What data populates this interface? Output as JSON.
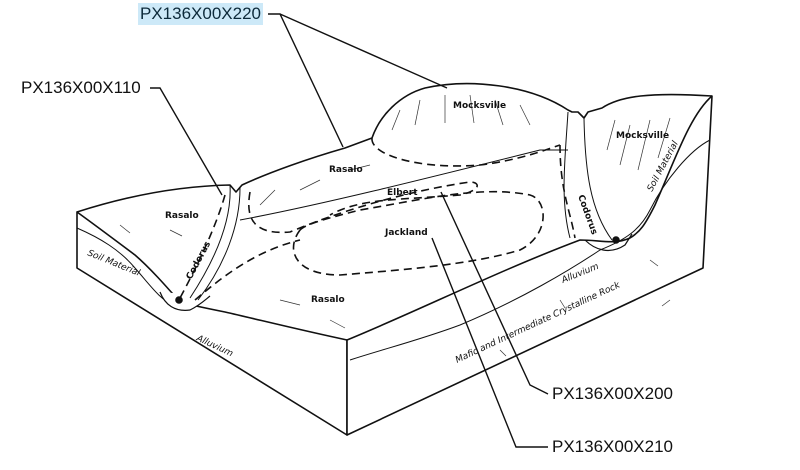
{
  "callouts": [
    {
      "id": "PX136X00X220",
      "selected": true
    },
    {
      "id": "PX136X00X110",
      "selected": false
    },
    {
      "id": "PX136X00X200",
      "selected": false
    },
    {
      "id": "PX136X00X210",
      "selected": false
    }
  ],
  "soil_units": {
    "rasalo_left": "Rasalo",
    "rasalo_top": "Rasalo",
    "rasalo_front": "Rasalo",
    "mocksville_hill": "Mocksville",
    "mocksville_right": "Mocksville",
    "elbert": "Elbert",
    "jackland": "Jackland",
    "codorus_left": "Codorus",
    "codorus_right": "Codorus"
  },
  "geology": {
    "soil_material_left": "Soil Material",
    "soil_material_right": "Soil Material",
    "alluvium_left": "Alluvium",
    "alluvium_right": "Alluvium",
    "bedrock": "Mafic and Intermediate Crystalline Rock"
  },
  "colors": {
    "highlight": "#cde9f8",
    "line": "#111111"
  }
}
